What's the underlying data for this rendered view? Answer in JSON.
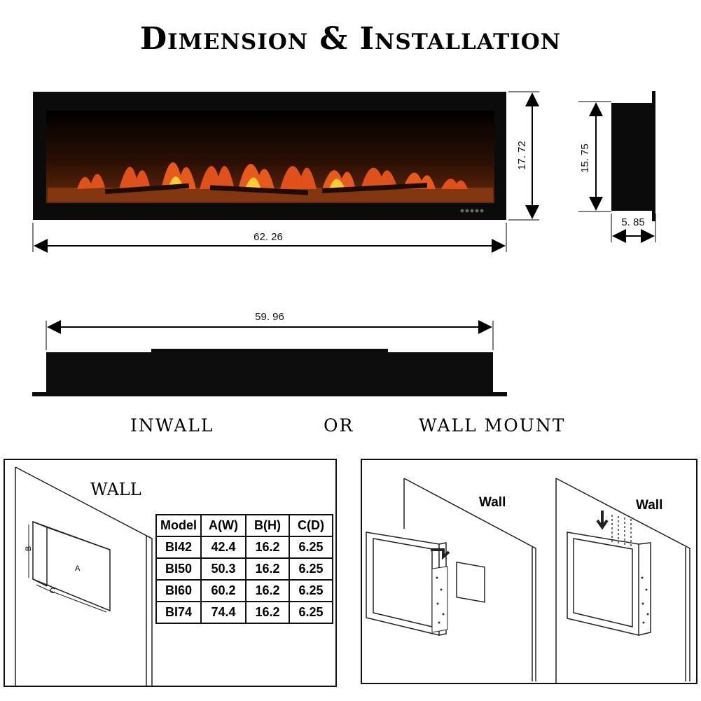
{
  "title": "Dimension & Installation",
  "dimensions": {
    "front_width": "62. 26",
    "front_height": "17. 72",
    "side_height": "15. 75",
    "side_depth": "5. 85",
    "top_width": "59. 96"
  },
  "modes": {
    "inwall": "INWALL",
    "or": "OR",
    "wall_mount": "WALL MOUNT"
  },
  "left_panel": {
    "wall_label": "WALL",
    "label_a": "A",
    "label_b": "B",
    "label_c": "C",
    "table": {
      "headers": [
        "Model",
        "A(W)",
        "B(H)",
        "C(D)"
      ],
      "rows": [
        [
          "BI42",
          "42.4",
          "16.2",
          "6.25"
        ],
        [
          "BI50",
          "50.3",
          "16.2",
          "6.25"
        ],
        [
          "BI60",
          "60.2",
          "16.2",
          "6.25"
        ],
        [
          "BI74",
          "74.4",
          "16.2",
          "6.25"
        ]
      ]
    }
  },
  "right_panel": {
    "wall_label_1": "Wall",
    "wall_label_2": "Wall"
  },
  "colors": {
    "frame": "#111111",
    "flame_core": "#ffcc33",
    "flame_outer": "#e0501a",
    "ember_bed": "#8a3a10"
  }
}
